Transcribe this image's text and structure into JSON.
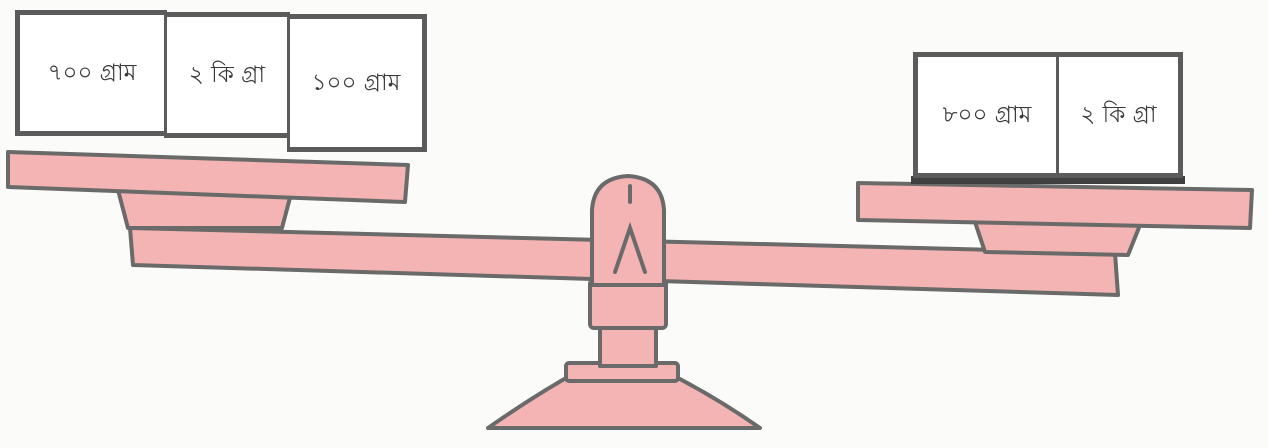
{
  "colors": {
    "beam_fill": "#f4b4b3",
    "outline": "#6a6a6a",
    "box_fill": "#ffffff",
    "text": "#3a3a3a"
  },
  "left_pan": {
    "weights": [
      "৭০০ গ্রাম",
      "২ কি গ্রা",
      "১০০ গ্রাম"
    ]
  },
  "right_pan": {
    "weights": [
      "৮০০ গ্রাম",
      "২ কি গ্রা"
    ]
  }
}
